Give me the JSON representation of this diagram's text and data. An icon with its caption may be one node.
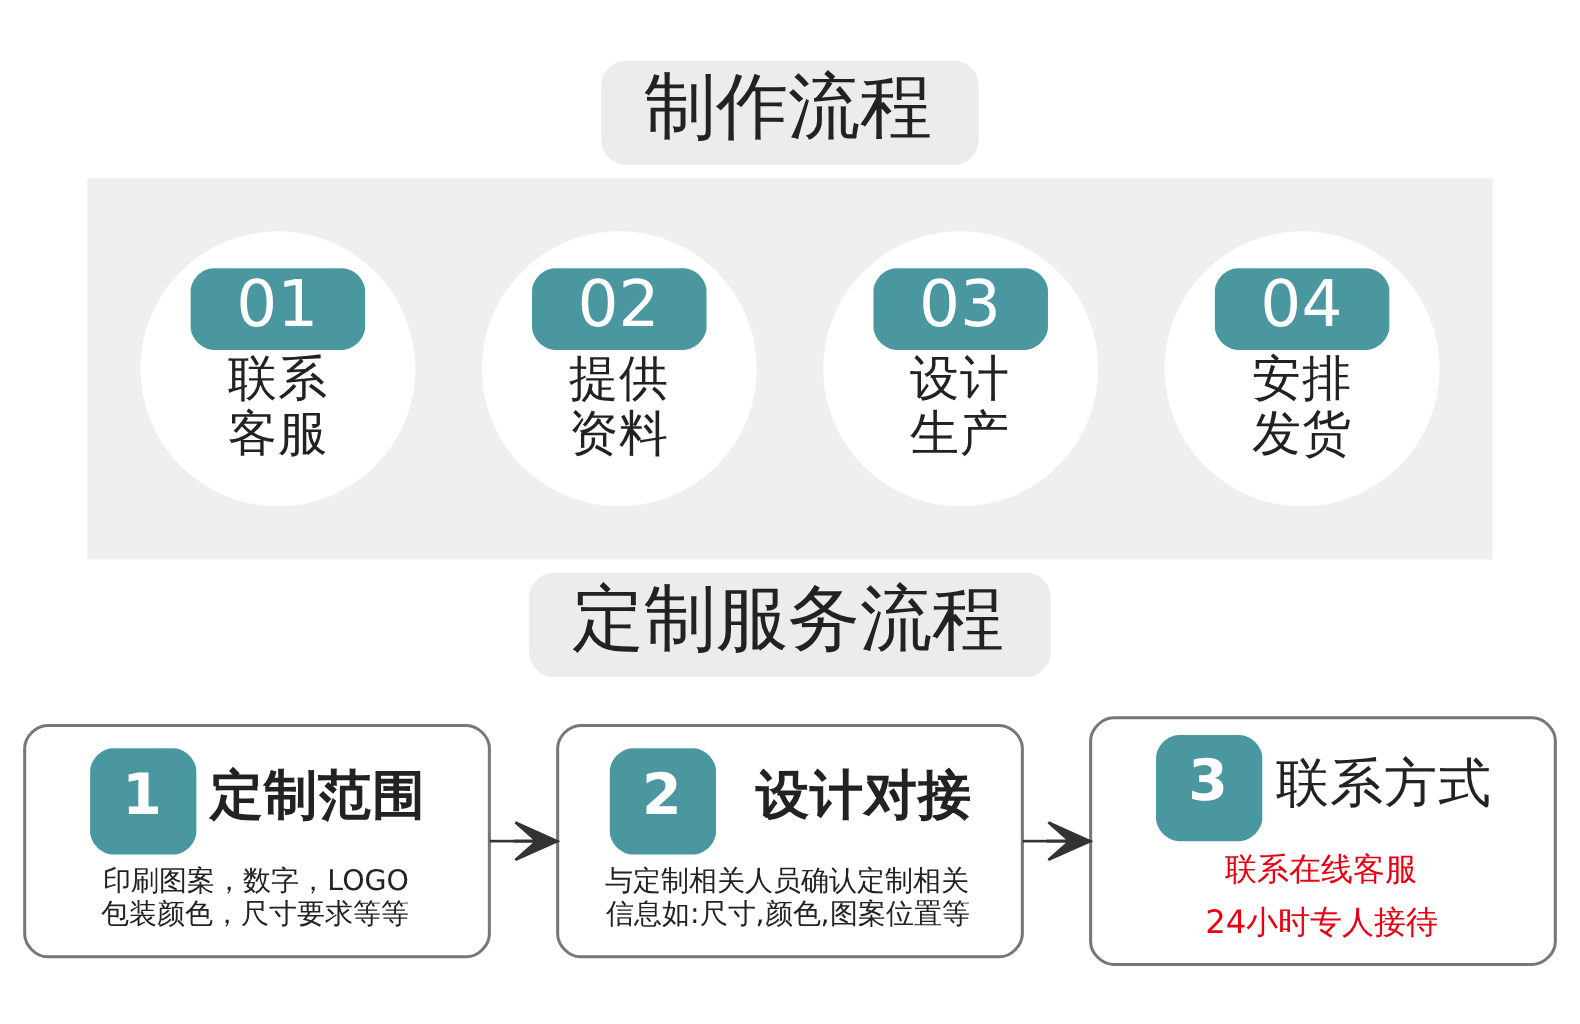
{
  "diagram": {
    "nodes": [
      {
        "text": [
          "制作流程"
        ]
      },
      {
        "text": [],
        "shape": "band"
      },
      {
        "text": [
          "01",
          "联系客服"
        ],
        "in": 1
      },
      {
        "text": [
          "02",
          "提供资料"
        ],
        "in": 1
      },
      {
        "text": [
          "03",
          "设计生产"
        ],
        "in": 1
      },
      {
        "text": [
          "04",
          "安排发货"
        ],
        "in": 1
      },
      {
        "text": [
          "定制服务流程"
        ]
      },
      {
        "text": [
          "1",
          "定制范围",
          "印刷图案，数字，LOGO包装颜色，尺寸要求等等"
        ]
      },
      {
        "text": [
          "2",
          "设计对接",
          "与定制相关人员确认定制相关信息如:尺寸,颜色,图案位置等"
        ]
      },
      {
        "text": [
          "3",
          "联系方式",
          "联系在线客服",
          "24小时专人接待"
        ]
      }
    ],
    "edges": [
      {
        "from": 7,
        "to": 8,
        "arrow": "to"
      },
      {
        "from": 8,
        "to": 9,
        "arrow": "to"
      }
    ]
  }
}
